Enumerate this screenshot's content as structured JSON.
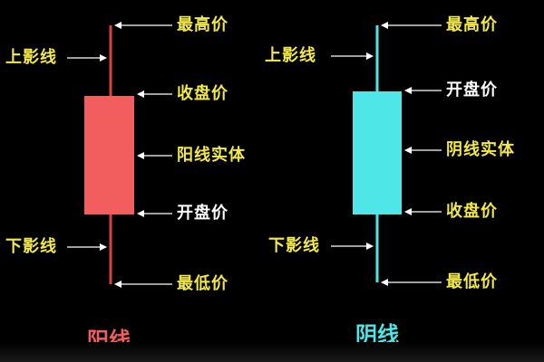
{
  "colors": {
    "bullish": "#f25d5e",
    "bullish_wick": "#d8433f",
    "bearish": "#4ee6e6",
    "label_yellow": "#f2e94a",
    "arrow": "#ffffff",
    "background": "#000000"
  },
  "yang": {
    "title": "阳线",
    "high": "最高价",
    "close": "收盘价",
    "body": "阳线实体",
    "open": "开盘价",
    "low": "最低价",
    "upper_shadow": "上影线",
    "lower_shadow": "下影线"
  },
  "yin": {
    "title": "阴线",
    "high": "最高价",
    "open": "开盘价",
    "body": "阴线实体",
    "close": "收盘价",
    "low": "最低价",
    "upper_shadow": "上影线",
    "lower_shadow": "下影线"
  }
}
